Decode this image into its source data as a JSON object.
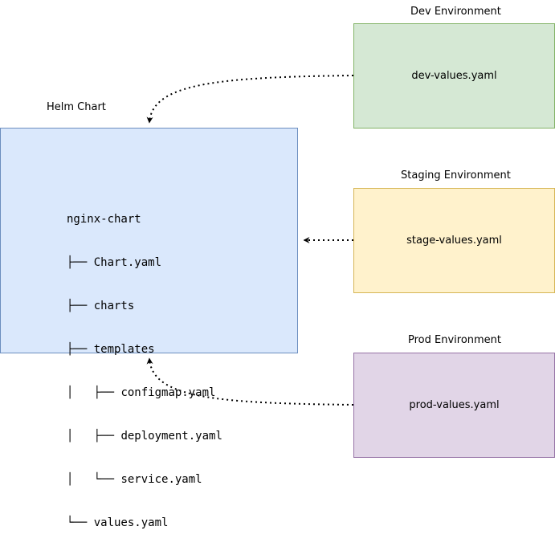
{
  "helm": {
    "title": "Helm Chart",
    "tree": [
      {
        "prefix": "",
        "name": "nginx-chart"
      },
      {
        "prefix": "├── ",
        "name": "Chart.yaml"
      },
      {
        "prefix": "├── ",
        "name": "charts"
      },
      {
        "prefix": "├── ",
        "name": "templates"
      },
      {
        "prefix": "│   ├── ",
        "name": "configmap.yaml"
      },
      {
        "prefix": "│   ├── ",
        "name": "deployment.yaml"
      },
      {
        "prefix": "│   └── ",
        "name": "service.yaml"
      },
      {
        "prefix": "└── ",
        "name": "values.yaml"
      }
    ]
  },
  "dev": {
    "title": "Dev Environment",
    "file": "dev-values.yaml"
  },
  "stage": {
    "title": "Staging Environment",
    "file": "stage-values.yaml"
  },
  "prod": {
    "title": "Prod Environment",
    "file": "prod-values.yaml"
  },
  "colors": {
    "helm_fill": "#dae8fc",
    "helm_stroke": "#6c8ebf",
    "dev_fill": "#d5e8d4",
    "dev_stroke": "#82b366",
    "stage_fill": "#fff2cc",
    "stage_stroke": "#d6b656",
    "prod_fill": "#e1d5e7",
    "prod_stroke": "#9673a6"
  }
}
